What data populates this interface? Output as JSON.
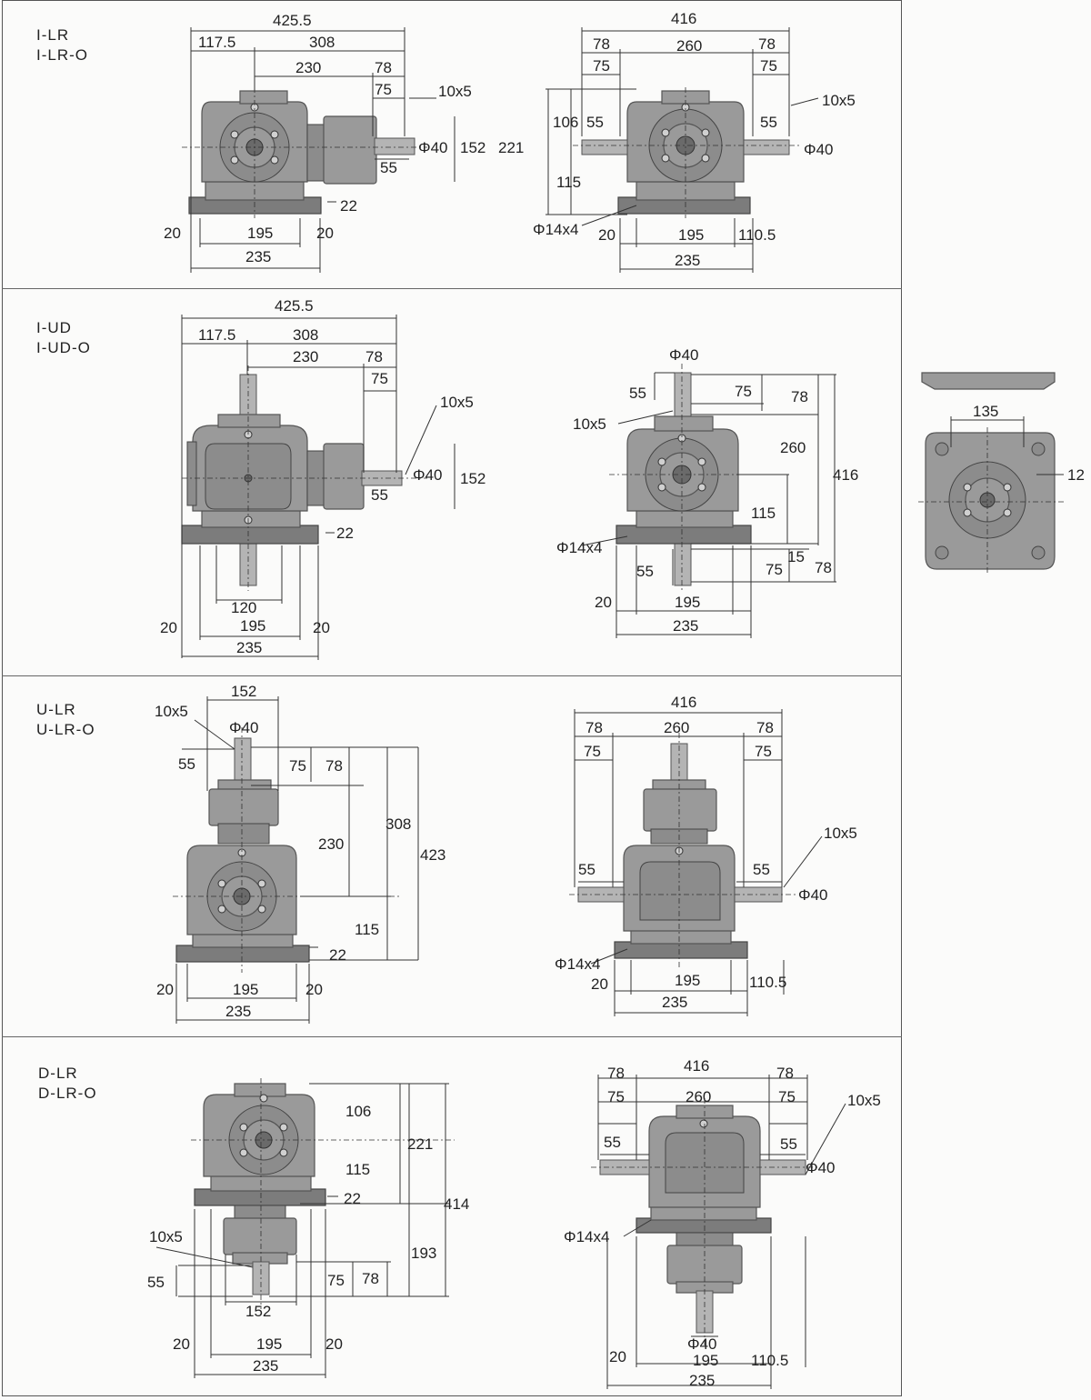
{
  "models": {
    "ilr": {
      "line1": "I-LR",
      "line2": "I-LR-O"
    },
    "iud": {
      "line1": "I-UD",
      "line2": "I-UD-O"
    },
    "ulr": {
      "line1": "U-LR",
      "line2": "U-LR-O"
    },
    "dlr": {
      "line1": "D-LR",
      "line2": "D-LR-O"
    }
  },
  "dims": {
    "d425_5": "425.5",
    "d117_5": "117.5",
    "d308": "308",
    "d230": "230",
    "d78": "78",
    "d75": "75",
    "d10x5": "10x5",
    "d55": "55",
    "d40": "Φ40",
    "d152": "152",
    "d221": "221",
    "d106": "106",
    "d115": "115",
    "d22": "22",
    "d20": "20",
    "d195": "195",
    "d235": "235",
    "d416": "416",
    "d260": "260",
    "d110_5": "110.5",
    "d14x4": "Φ14x4",
    "d120": "120",
    "d15": "15",
    "d423": "423",
    "d135": "135",
    "d12": "12",
    "d414": "414",
    "d193": "193"
  },
  "colors": {
    "body": "#9a9a9a",
    "line": "#333333",
    "frame": "#555555"
  }
}
